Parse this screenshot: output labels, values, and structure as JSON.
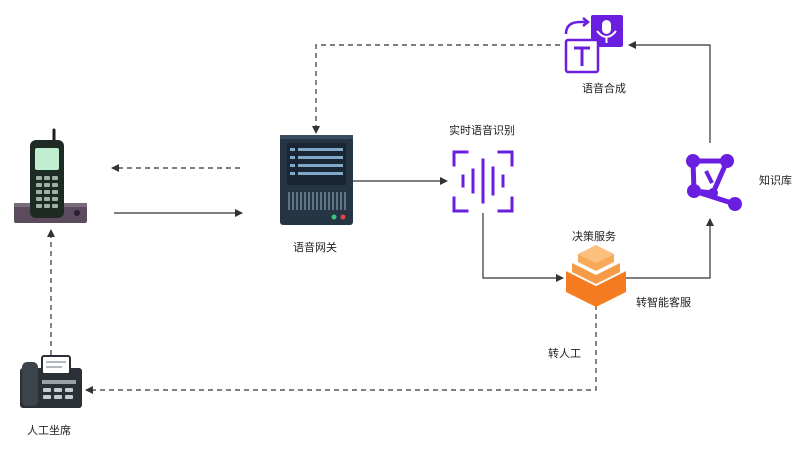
{
  "nodes": {
    "tts": {
      "label": "语音合成",
      "icon": "text-to-speech-icon"
    },
    "asr": {
      "label": "实时语音识别",
      "icon": "voice-waveform-icon"
    },
    "gateway": {
      "label": "语音网关",
      "icon": "server-icon"
    },
    "decision": {
      "label": "决策服务",
      "icon": "layered-boxes-icon"
    },
    "kb": {
      "label": "知识库",
      "icon": "knowledge-graph-icon"
    },
    "agent": {
      "label": "人工坐席",
      "icon": "desk-phone-icon"
    },
    "phone": {
      "label": "",
      "icon": "mobile-phone-icon"
    }
  },
  "edges": {
    "to_smart_service": "转智能客服",
    "to_human": "转人工"
  },
  "colors": {
    "purple": "#6a1fe0",
    "orange": "#f47b20",
    "dark_server": "#263544",
    "line": "#333333"
  }
}
